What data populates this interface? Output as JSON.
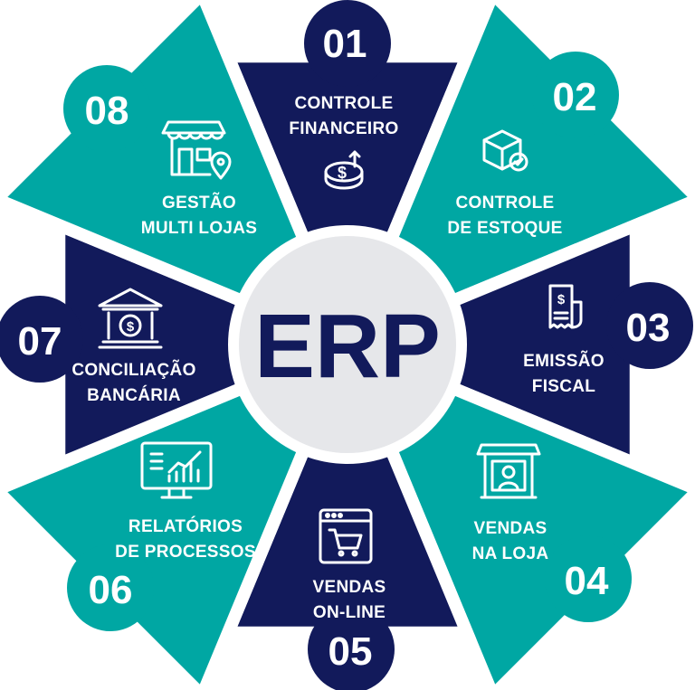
{
  "center": {
    "title": "ERP"
  },
  "colors": {
    "navy": "#121a5b",
    "teal": "#00a7a3",
    "center_fill": "#e6e7ea"
  },
  "segments": [
    {
      "number": "01",
      "line1": "CONTROLE",
      "line2": "FINANCEIRO",
      "icon": "coin-dollar-up-icon",
      "color": "navy"
    },
    {
      "number": "02",
      "line1": "CONTROLE",
      "line2": "DE ESTOQUE",
      "icon": "box-check-icon",
      "color": "teal"
    },
    {
      "number": "03",
      "line1": "EMISSÃO",
      "line2": "FISCAL",
      "icon": "receipt-icon",
      "color": "navy"
    },
    {
      "number": "04",
      "line1": "VENDAS",
      "line2": "NA LOJA",
      "icon": "store-seller-icon",
      "color": "teal"
    },
    {
      "number": "05",
      "line1": "VENDAS",
      "line2": "ON-LINE",
      "icon": "browser-cart-icon",
      "color": "navy"
    },
    {
      "number": "06",
      "line1": "RELATÓRIOS",
      "line2": "DE PROCESSOS",
      "icon": "monitor-chart-icon",
      "color": "teal"
    },
    {
      "number": "07",
      "line1": "CONCILIAÇÃO",
      "line2": "BANCÁRIA",
      "icon": "bank-icon",
      "color": "navy"
    },
    {
      "number": "08",
      "line1": "GESTÃO",
      "line2": "MULTI LOJAS",
      "icon": "store-location-icon",
      "color": "teal"
    }
  ]
}
